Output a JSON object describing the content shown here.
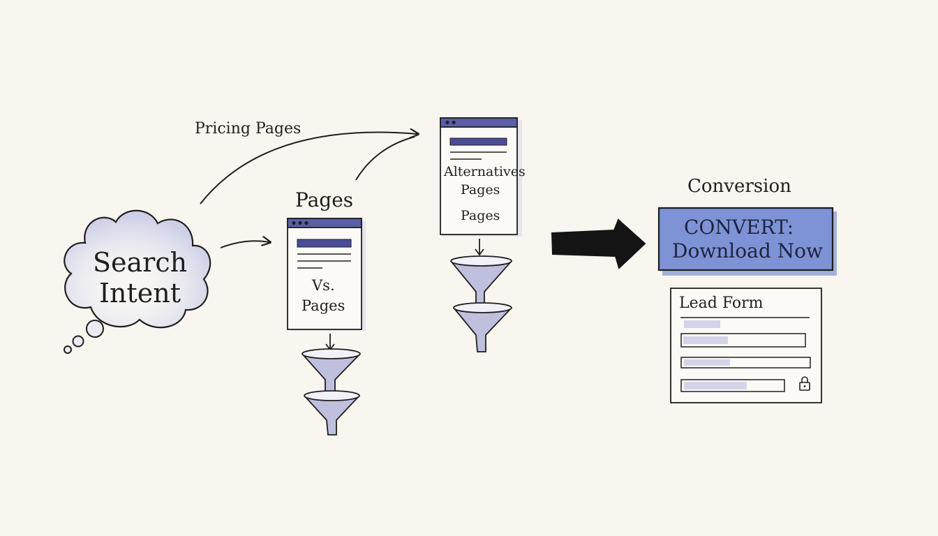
{
  "search_intent": {
    "line1": "Search",
    "line2": "Intent"
  },
  "pricing_label": "Pricing Pages",
  "alternatives_page": {
    "line1": "Alternatives",
    "line2": "Pages",
    "line3": "Pages"
  },
  "vs_page": {
    "heading": "Pages",
    "line1": "Vs.",
    "line2": "Pages"
  },
  "conversion": {
    "heading": "Conversion",
    "cta_line1": "CONVERT:",
    "cta_line2": "Download Now"
  },
  "lead_form": {
    "title": "Lead Form",
    "fields": [
      "",
      "",
      "",
      ""
    ],
    "icon": "lock-icon"
  },
  "colors": {
    "background": "#f8f6ef",
    "ink": "#1f1f1f",
    "accent": "#5b5fa8",
    "accent_dark": "#3f4391",
    "cta_fill": "#7288cf",
    "wash": "#d4d6ec"
  }
}
